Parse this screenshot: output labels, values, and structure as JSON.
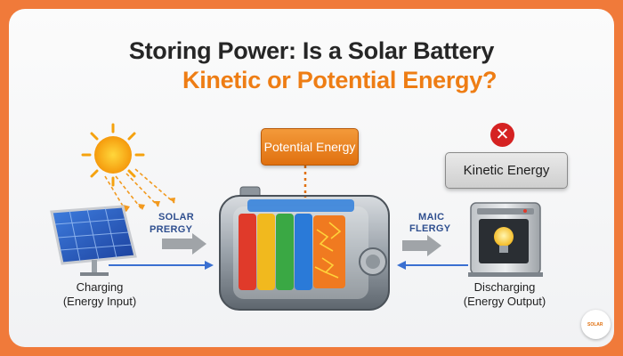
{
  "title": {
    "line1": "Storing Power: Is a Solar Battery",
    "line2": "Kinetic or Potential Energy?"
  },
  "labels": {
    "potential_energy": "Potential Energy",
    "kinetic_energy": "Kinetic Energy",
    "x_mark": "✕",
    "solar_energy_top": "SOLAR",
    "solar_energy_bottom": "PRERGY",
    "magic_flergy_top": "MAIC",
    "magic_flergy_bottom": "FLERGY",
    "charging": "Charging",
    "charging_sub": "(Energy Input)",
    "discharging": "Discharging",
    "discharging_sub": "(Energy Output)",
    "logo": "SOLAR"
  },
  "colors": {
    "background": "#f07a3a",
    "title_dark": "#262626",
    "title_accent": "#ee7d14",
    "x_red": "#d52222"
  },
  "icons": [
    "sun-icon",
    "solar-panel-icon",
    "battery-icon",
    "lightbulb-appliance-icon",
    "x-mark-icon",
    "logo-icon"
  ]
}
